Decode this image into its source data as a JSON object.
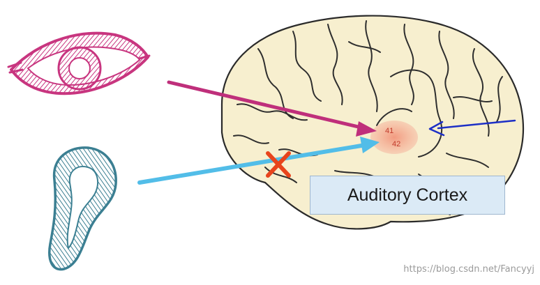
{
  "diagram": {
    "label": "Auditory Cortex",
    "area_codes": [
      "41",
      "42"
    ],
    "watermark": "https://blog.csdn.net/Fancyyj",
    "colors": {
      "eye": "#c8357f",
      "ear": "#3b7f92",
      "visual_arrow": "#bf2f7b",
      "auditory_arrow": "#52bde8",
      "feedback_arrow": "#1d2fc6",
      "blocked_mark": "#e8441c",
      "cortex_highlight": "#f4a48c",
      "brain_fill": "#f7efcf",
      "label_box": "#dbeaf6"
    }
  }
}
